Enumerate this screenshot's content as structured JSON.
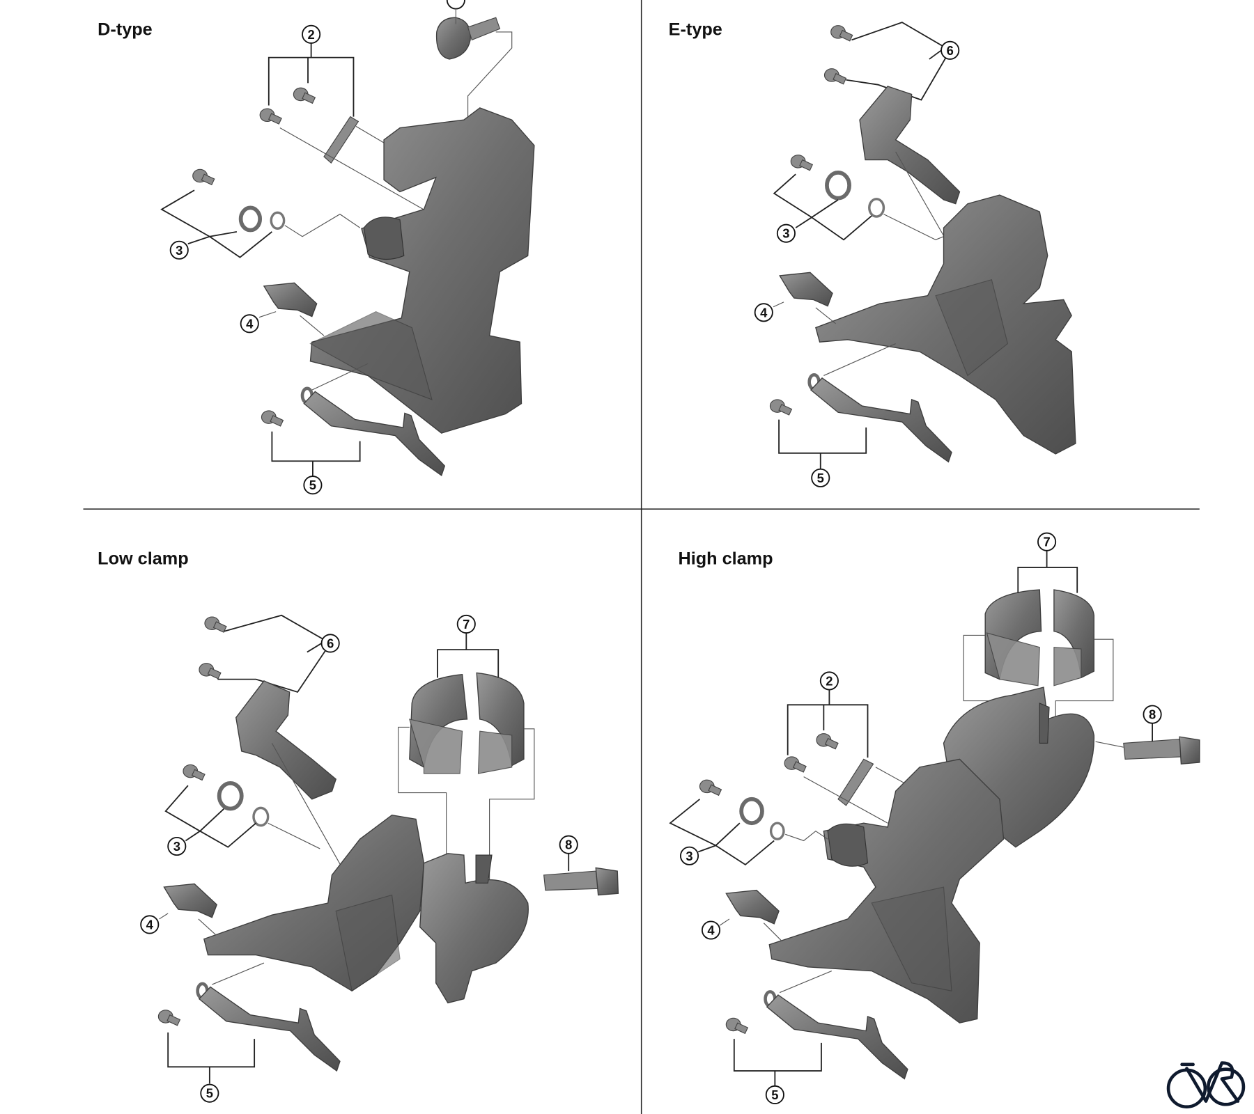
{
  "panels": [
    {
      "title": "D-type",
      "callouts": [
        "2",
        "3",
        "4",
        "5"
      ]
    },
    {
      "title": "E-type",
      "callouts": [
        "6",
        "3",
        "4",
        "5"
      ]
    },
    {
      "title": "Low clamp",
      "callouts": [
        "6",
        "7",
        "3",
        "4",
        "8",
        "5"
      ]
    },
    {
      "title": "High clamp",
      "callouts": [
        "7",
        "2",
        "8",
        "3",
        "4",
        "5"
      ]
    }
  ],
  "colors": {
    "part_gray": "#6f6f6f",
    "line": "#222222",
    "logo": "#0f1a2e"
  },
  "logo": {
    "icon": "bicycle-logo-icon"
  }
}
